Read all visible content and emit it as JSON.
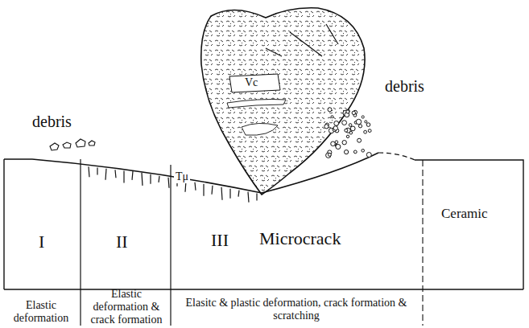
{
  "diagram": {
    "labels": [
      "debris",
      "debris",
      "Vc",
      "Tμ",
      "I",
      "II",
      "III",
      "Microcrack",
      "Ceramic",
      "Elastic deformation",
      "Elastic deformation & crack formation",
      "Elasitc & plastic deformation, crack formation & scratching"
    ]
  }
}
